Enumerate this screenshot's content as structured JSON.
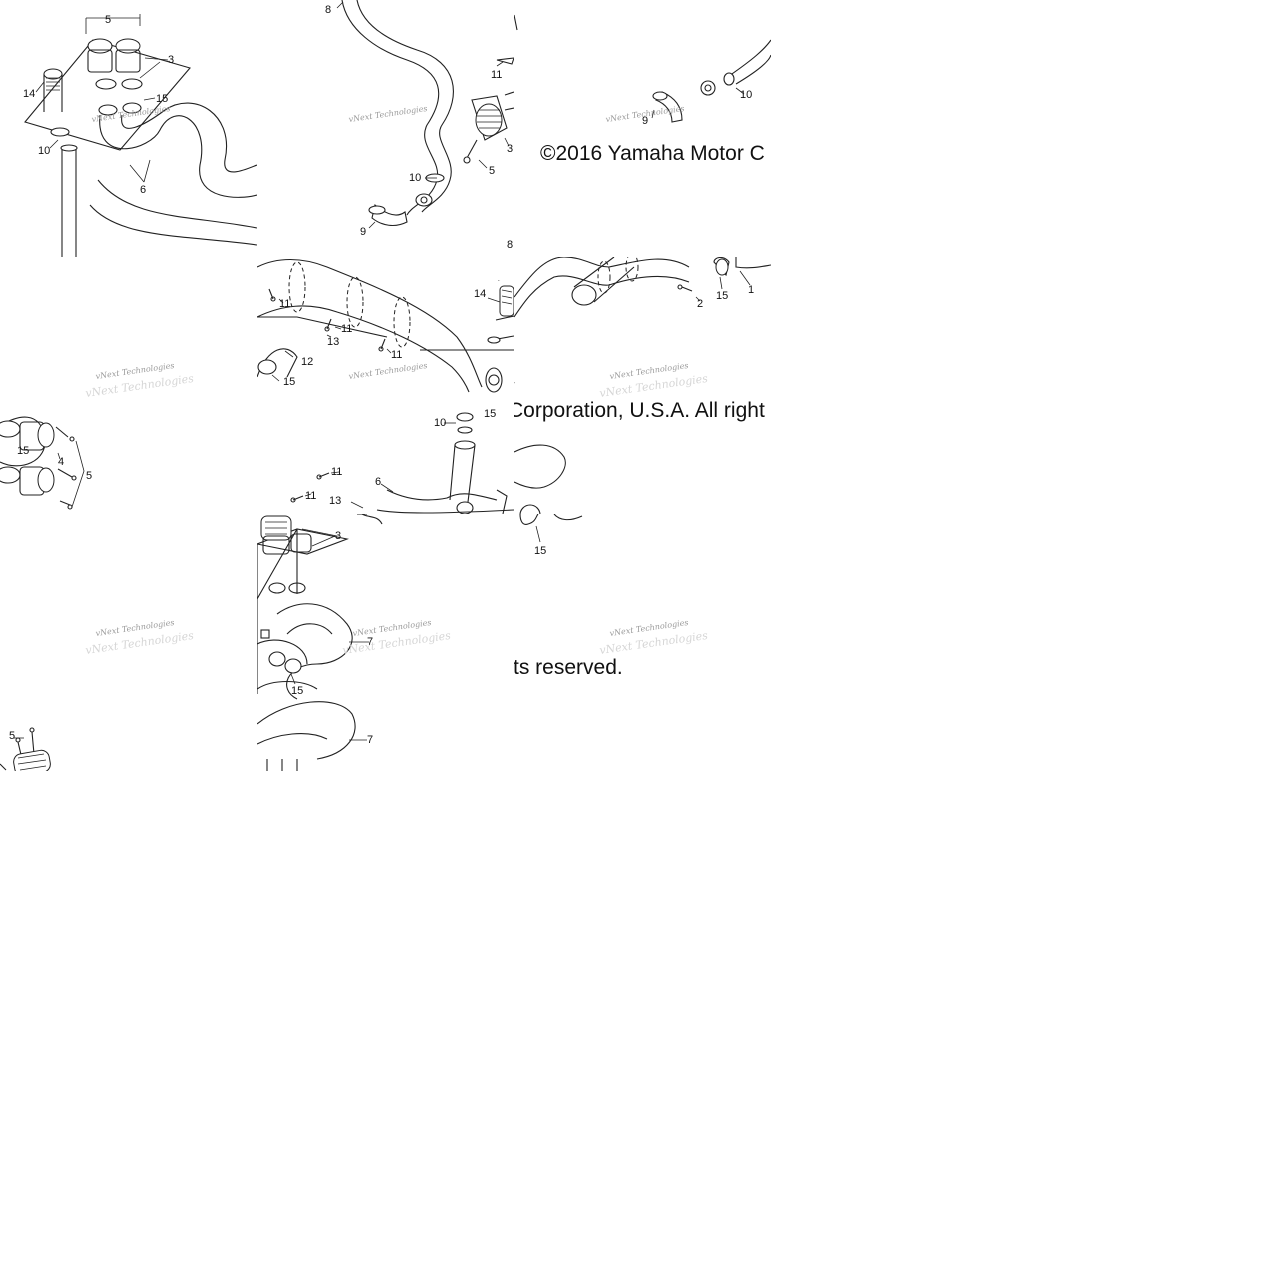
{
  "copyright": {
    "line1": "©2016 Yamaha Motor C",
    "line2": "Corporation, U.S.A. All right",
    "line3": "ts reserved."
  },
  "watermark": "vNext Technologies",
  "callouts": {
    "tile_a": [
      "5",
      "3",
      "14",
      "15",
      "10",
      "6"
    ],
    "tile_b": [
      "8",
      "11",
      "3",
      "5",
      "10",
      "9"
    ],
    "tile_c": [
      "9",
      "10"
    ],
    "tile_d": [
      "11",
      "11",
      "13",
      "11",
      "12",
      "15"
    ],
    "tile_e": [
      "8",
      "14",
      "15",
      "10"
    ],
    "tile_f": [
      "2",
      "15",
      "1"
    ],
    "tile_g": [
      "15",
      "4",
      "5"
    ],
    "tile_h": [
      "11",
      "11",
      "13",
      "6",
      "3",
      "15",
      "7",
      "7"
    ],
    "tile_i": [
      "15"
    ],
    "tile_j": [
      "5"
    ]
  },
  "colors": {
    "line": "#222222",
    "background": "#ffffff",
    "watermark": "#9a9a9a"
  }
}
